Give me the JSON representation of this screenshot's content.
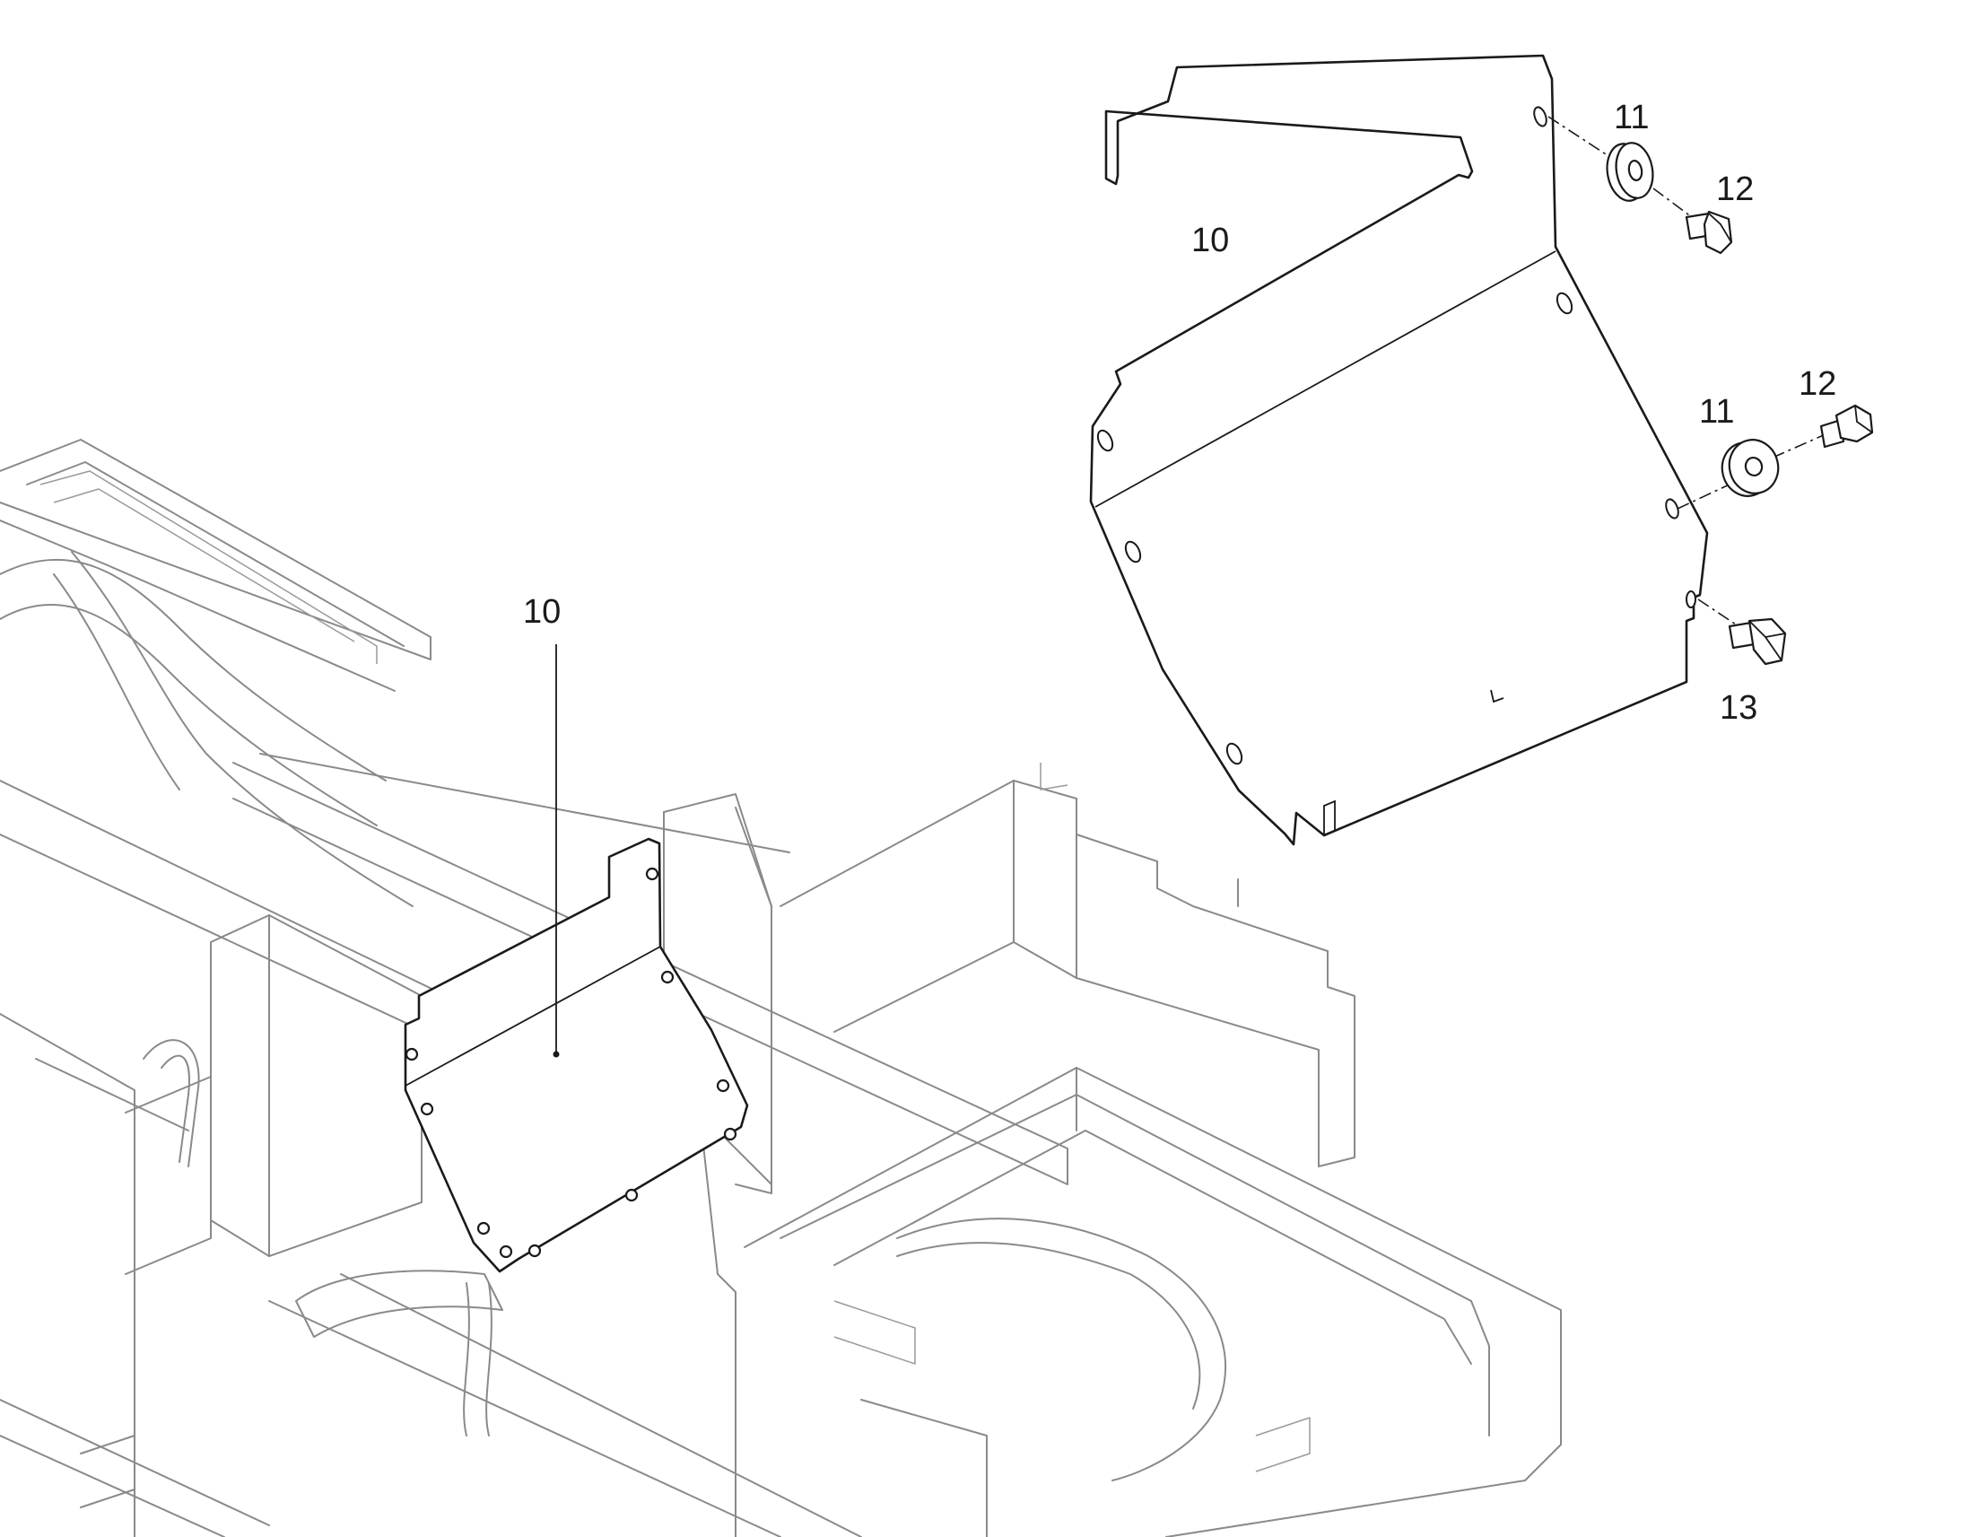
{
  "callouts": {
    "panel_exploded": "10",
    "panel_installed": "10",
    "washer_upper": "11",
    "washer_lower": "11",
    "bolt_upper": "12",
    "bolt_lower": "12",
    "bolt_bottom": "13"
  },
  "icons": {
    "panel": "cover-plate-icon",
    "washer": "washer-icon",
    "bolt": "hex-bolt-icon"
  },
  "colors": {
    "part_stroke": "#1a1a1a",
    "frame_stroke": "#8a8a8a",
    "background": "#ffffff"
  }
}
